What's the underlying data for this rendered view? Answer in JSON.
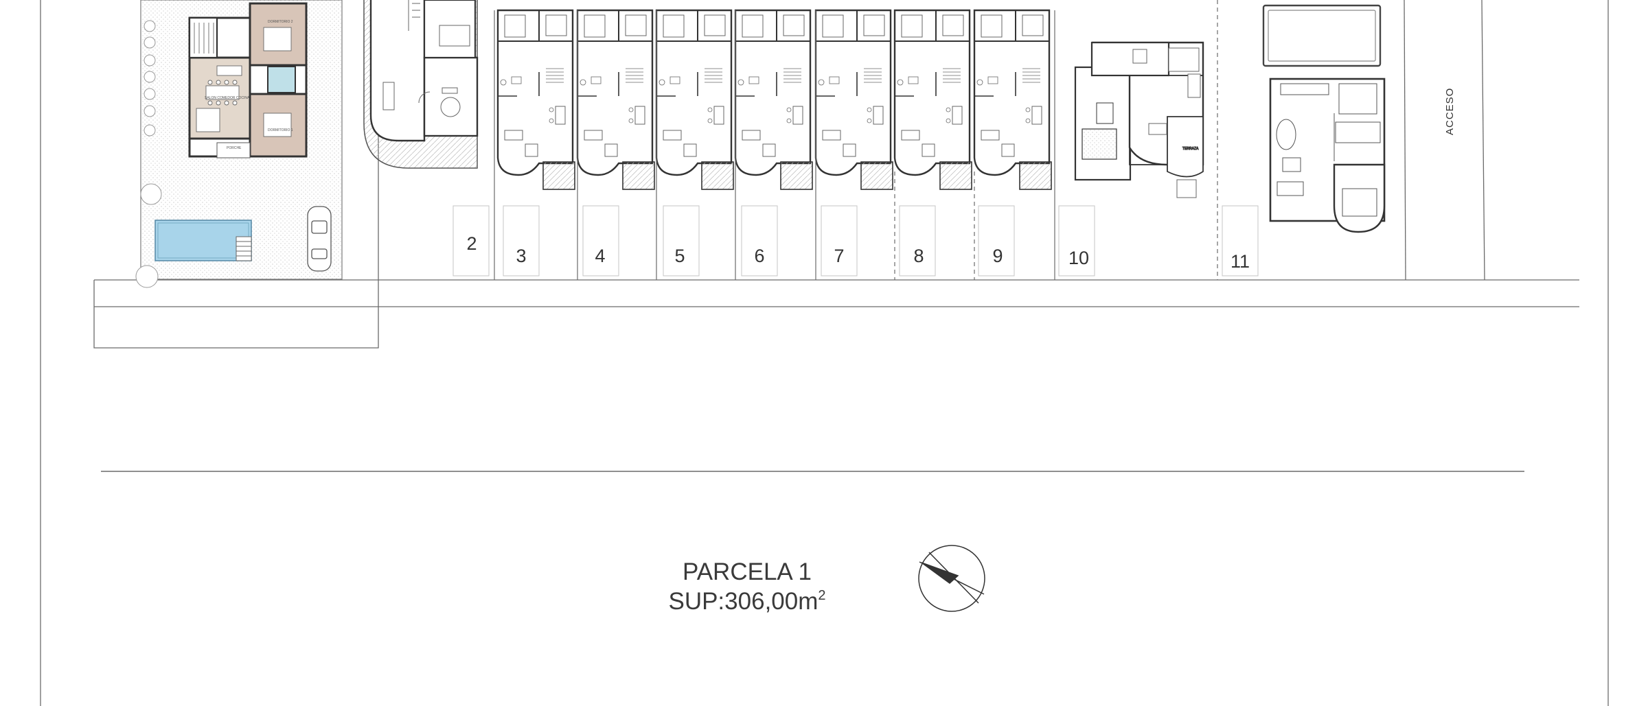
{
  "plan": {
    "parcel_title": "PARCELA 1",
    "parcel_area_prefix": "SUP:",
    "parcel_area_value": "306,00",
    "parcel_area_unit": "m",
    "parcel_area_unit_exp": "2",
    "access_label": "ACCESO",
    "plot_numbers": [
      "2",
      "3",
      "4",
      "5",
      "6",
      "7",
      "8",
      "9",
      "10",
      "11"
    ],
    "room_labels": {
      "bedroom_top": "DORMITORIO 2",
      "living": "SALON COMEDOR COCINA",
      "bedroom_bottom": "DORMITORIO 1",
      "porch": "PORCHE",
      "terrace": "TERRAZA"
    }
  },
  "colors": {
    "line": "#4a4a4a",
    "light_line": "#9a9a9a",
    "floor_beige": "#e3d8cc",
    "floor_rose": "#d8c5b8",
    "pool": "#a8d4ea",
    "bath": "#bfe0e8"
  }
}
